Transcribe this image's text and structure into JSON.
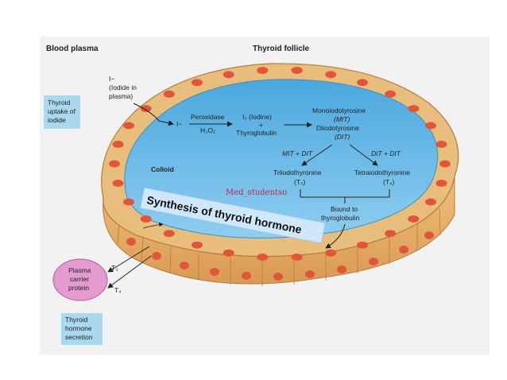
{
  "headers": {
    "left": "Blood plasma",
    "right": "Thyroid follicle"
  },
  "boxes": {
    "uptake": [
      "Thyroid",
      "uptake of",
      "iodide"
    ],
    "secretion": [
      "Thyroid",
      "hormone",
      "secretion"
    ]
  },
  "iodide_note": [
    "I−",
    "(Iodide in",
    "plasma)"
  ],
  "pathway": {
    "iodide": "I−",
    "peroxidase": "Peroxidase",
    "h2o2": "H₂O₂",
    "iodine": "I₂ (Iodine)",
    "plus": "+",
    "thyroglobulin": "Thyroglobulin",
    "mit_dit": [
      "Monoiodotyrosine",
      "(MIT)",
      "Diiodotyrosine",
      "(DIT)"
    ],
    "reaction_left": "MIT + DIT",
    "reaction_right": "DIT + DIT",
    "t3": [
      "Triiodothyronine",
      "(T₃)"
    ],
    "t4": [
      "Tetraiodothyronine",
      "(T₄)"
    ],
    "bound": [
      "Bound to",
      "thyroglobulin"
    ]
  },
  "colloid_label": "Colloid",
  "watermark": "Med_studentso",
  "banner": "Synthesis of thyroid hormone",
  "plasma_protein": [
    "Plasma",
    "carrier",
    "protein"
  ],
  "released": {
    "t3": "T₃",
    "t4": "T₄"
  },
  "colors": {
    "colloid": "#5cb4e4",
    "cell_wall": "#e7b46e",
    "nucleus": "#e2553b",
    "info_box": "#a9d8ef",
    "plasma_protein": "#e59ad0",
    "banner": "#cfe6fb"
  }
}
